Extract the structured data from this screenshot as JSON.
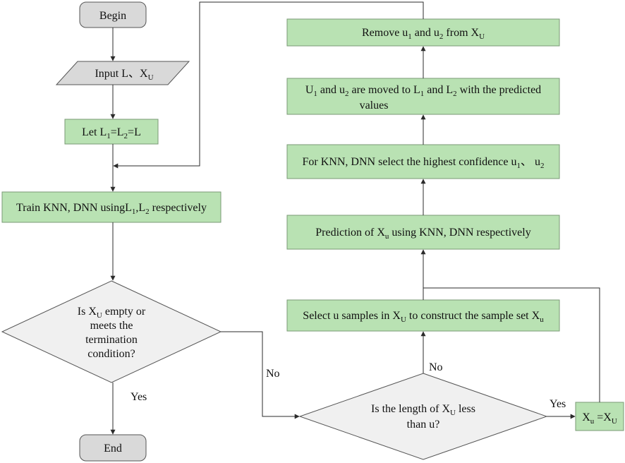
{
  "colors": {
    "process_fill": "#b9e2b3",
    "process_stroke": "#7a9a76",
    "terminal_fill": "#d9d9d9",
    "decision_fill": "#f0f0f0",
    "line": "#2b2b2b",
    "text": "#111111"
  },
  "nodes": {
    "begin": {
      "text": "Begin"
    },
    "input": {
      "pre": "Input L",
      "sep": "、",
      "x": "X",
      "x_sub": "U"
    },
    "let": {
      "pre": "Let L",
      "sub1": "1",
      "eq1": "=L",
      "sub2": "2",
      "eq2": "=L"
    },
    "train": {
      "pre": "Train KNN, DNN usingL",
      "sub1": "1",
      "comma": ",L",
      "sub2": "2",
      "post": " respectively"
    },
    "condition": {
      "l1_pre": "Is X",
      "l1_sub": "U",
      "l1_post": " empty or",
      "l2": "meets the",
      "l3": "termination",
      "l4": "condition?"
    },
    "end": {
      "text": "End"
    },
    "length_check": {
      "l1_pre": "Is the length of X",
      "l1_sub": "U",
      "l1_post": " less",
      "l2": "than u?"
    },
    "assign": {
      "x1": "X",
      "x1_sub": "u",
      "eq": " =X",
      "x2_sub": "U"
    },
    "select": {
      "pre": "Select u samples in X",
      "sub1": "U",
      "mid": " to construct the sample set X",
      "sub2": "u"
    },
    "predict": {
      "pre": "Prediction of X",
      "sub": "u",
      "post": " using KNN, DNN respectively"
    },
    "choose": {
      "pre": "For KNN, DNN select the highest confidence u",
      "sub1": "1",
      "sep": "、 u",
      "sub2": "2"
    },
    "move": {
      "l1_a": "U",
      "l1_sub1": "1",
      "l1_b": " and u",
      "l1_sub2": "2",
      "l1_c": " are moved to L",
      "l1_sub3": "1",
      "l1_d": " and L",
      "l1_sub4": "2",
      "l1_e": " with the predicted",
      "l2": "values"
    },
    "remove": {
      "pre": "Remove u",
      "sub1": "1",
      "mid": " and u",
      "sub2": "2",
      "mid2": " from X",
      "sub3": "U"
    }
  },
  "edge_labels": {
    "cond_yes": "Yes",
    "cond_no": "No",
    "length_no": "No",
    "length_yes": "Yes"
  }
}
